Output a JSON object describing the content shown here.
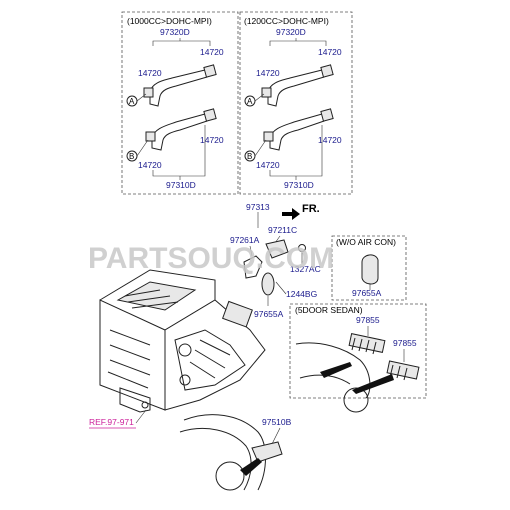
{
  "watermark": "PARTSOUQ.COM",
  "direction": "FR.",
  "boxes": {
    "left_header": "(1000CC>DOHC-MPI)",
    "right_header": "(1200CC>DOHC-MPI)",
    "no_aircon_header": "(W/O AIR CON)",
    "sedan_header": "(5DOOR SEDAN)"
  },
  "labels": {
    "hose_upper": "97320D",
    "hose_lower": "97310D",
    "clamp": "14720",
    "marker_a": "A",
    "marker_b": "B",
    "p97313": "97313",
    "p97211c": "97211C",
    "p97261a": "97261A",
    "p1327ac": "1327AC",
    "p1244bg": "1244BG",
    "p97655a": "97655A",
    "p97855": "97855",
    "p97510b": "97510B"
  },
  "reference": "REF.97-971"
}
